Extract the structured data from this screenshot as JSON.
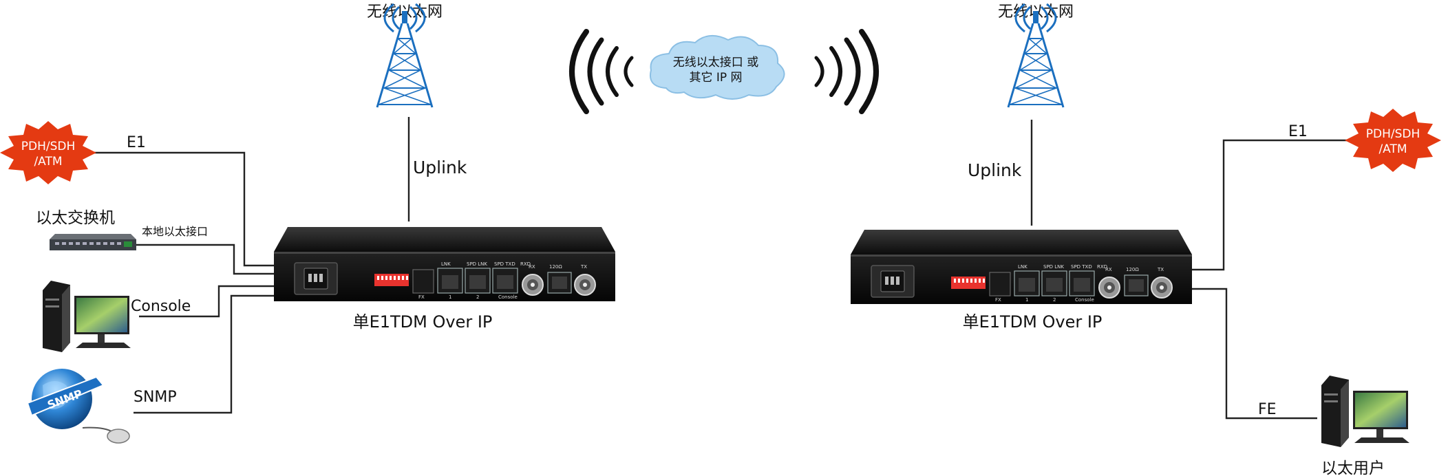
{
  "tower_left": {
    "label": "无线以太网"
  },
  "tower_right": {
    "label": "无线以太网"
  },
  "cloud": {
    "line1": "无线以太接口 或",
    "line2": "其它 IP 网"
  },
  "left": {
    "uplink": "Uplink",
    "device_label": "单E1TDM Over IP",
    "pdh_lines": [
      "PDH/SDH",
      "/ATM"
    ],
    "e1": "E1",
    "switch_title": "以太交换机",
    "switch_port": "本地以太接口",
    "console": "Console",
    "snmp": "SNMP",
    "snmp_globe_text": "SNMP"
  },
  "right": {
    "uplink": "Uplink",
    "device_label": "单E1TDM Over IP",
    "pdh_lines": [
      "PDH/SDH",
      "/ATM"
    ],
    "e1": "E1",
    "fe": "FE",
    "user": "以太用户"
  },
  "panel": {
    "rx": "RX",
    "imp": "120Ω",
    "tx": "TX",
    "fx": "FX",
    "p1": "1",
    "p2": "2",
    "console": "Console",
    "lnk": "LNK",
    "spd_lnk": "SPD LNK",
    "spd_txd": "SPD TXD",
    "rxd": "RXD"
  }
}
